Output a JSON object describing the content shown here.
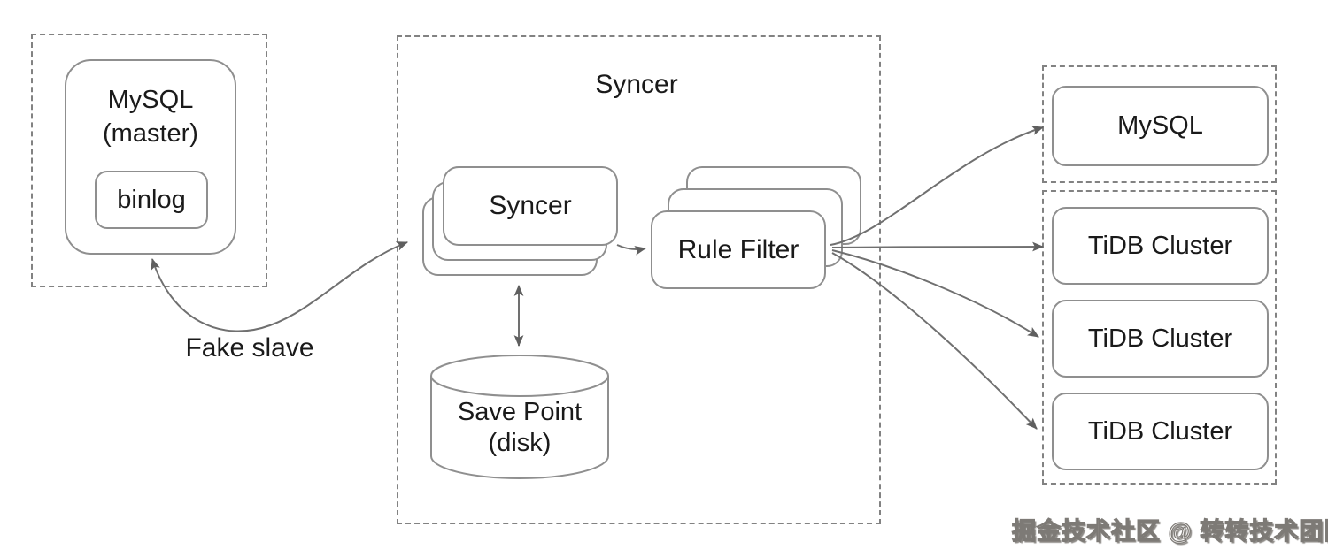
{
  "colors": {
    "background": "#ffffff",
    "line": "#707070",
    "box_border": "#8f8f8f",
    "dashed_border": "#828282",
    "text": "#1a1a1a",
    "watermark_fill": "#f4f2f0",
    "watermark_outline": "#7d7a76"
  },
  "source_group": {
    "mysql_title": "MySQL",
    "mysql_subtitle": "(master)",
    "binlog_label": "binlog"
  },
  "fake_slave_label": "Fake slave",
  "syncer_group": {
    "container_title": "Syncer",
    "syncer_box_label": "Syncer",
    "rule_filter_label": "Rule Filter",
    "save_point_line1": "Save Point",
    "save_point_line2": "(disk)"
  },
  "target_group": {
    "mysql_label": "MySQL",
    "tidb_cluster_labels": [
      "TiDB Cluster",
      "TiDB Cluster",
      "TiDB Cluster"
    ]
  },
  "watermark": {
    "text": "掘金技术社区 @ 转转技术团队"
  }
}
